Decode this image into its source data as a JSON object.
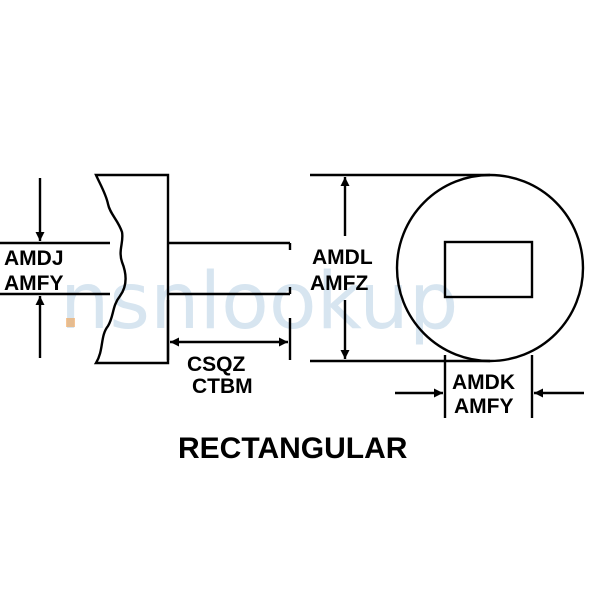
{
  "labels": {
    "left_height_1": "AMDJ",
    "left_height_2": "AMFY",
    "shank_length_1": "CSQZ",
    "shank_length_2": "CTBM",
    "head_height_1": "AMDL",
    "head_height_2": "AMFZ",
    "head_width_1": "AMDK",
    "head_width_2": "AMFY"
  },
  "title": "RECTANGULAR",
  "watermark": "nsnlookup",
  "colors": {
    "line": "#000000",
    "background": "#ffffff",
    "watermark": "#6fa0c8",
    "watermark_dot": "#f0a050"
  }
}
